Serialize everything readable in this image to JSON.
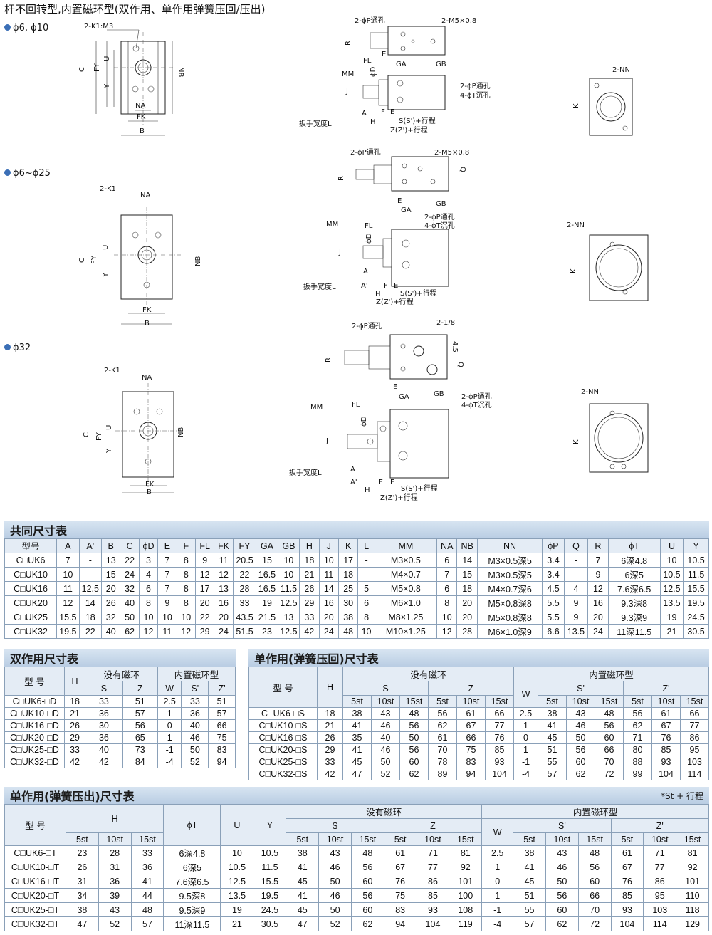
{
  "page_title": "杆不回转型,内置磁环型(双作用、单作用弹簧压回/压出)",
  "variants": [
    "ϕ6, ϕ10",
    "ϕ6~ϕ25",
    "ϕ32"
  ],
  "drawing_labels": {
    "k1m3": "2-K1:M3",
    "k1": "2-K1",
    "p_hole": "2-ϕP通孔",
    "m5": "2-M5×0.8",
    "t_counter": "4-ϕT沉孔",
    "nn": "2-NN",
    "wrench": "扳手宽度L",
    "s_stroke": "S(S')+行程",
    "z_stroke": "Z(Z')+行程",
    "port18": "2-1/8",
    "dim45": "4.5",
    "C": "C",
    "FY": "FY",
    "U": "U",
    "Y": "Y",
    "NB": "NB",
    "NA": "NA",
    "FK": "FK",
    "B": "B",
    "R": "R",
    "FL": "FL",
    "MM": "MM",
    "D": "ϕD",
    "J": "J",
    "A": "A",
    "Ap": "A'",
    "H": "H",
    "F": "F",
    "E": "E",
    "GA": "GA",
    "GB": "GB",
    "K": "K",
    "Q": "Q"
  },
  "common_table": {
    "title": "共同尺寸表",
    "headers": [
      "型号",
      "A",
      "A'",
      "B",
      "C",
      "ϕD",
      "E",
      "F",
      "FL",
      "FK",
      "FY",
      "GA",
      "GB",
      "H",
      "J",
      "K",
      "L",
      "MM",
      "NA",
      "NB",
      "NN",
      "ϕP",
      "Q",
      "R",
      "ϕT",
      "U",
      "Y"
    ],
    "rows": [
      [
        "C□UK6",
        "7",
        "-",
        "13",
        "22",
        "3",
        "7",
        "8",
        "9",
        "11",
        "20.5",
        "15",
        "10",
        "18",
        "10",
        "17",
        "-",
        "M3×0.5",
        "6",
        "14",
        "M3×0.5深5",
        "3.4",
        "-",
        "7",
        "6深4.8",
        "10",
        "10.5"
      ],
      [
        "C□UK10",
        "10",
        "-",
        "15",
        "24",
        "4",
        "7",
        "8",
        "12",
        "12",
        "22",
        "16.5",
        "10",
        "21",
        "11",
        "18",
        "-",
        "M4×0.7",
        "7",
        "15",
        "M3×0.5深5",
        "3.4",
        "-",
        "9",
        "6深5",
        "10.5",
        "11.5"
      ],
      [
        "C□UK16",
        "11",
        "12.5",
        "20",
        "32",
        "6",
        "7",
        "8",
        "17",
        "13",
        "28",
        "16.5",
        "11.5",
        "26",
        "14",
        "25",
        "5",
        "M5×0.8",
        "6",
        "18",
        "M4×0.7深6",
        "4.5",
        "4",
        "12",
        "7.6深6.5",
        "12.5",
        "15.5"
      ],
      [
        "C□UK20",
        "12",
        "14",
        "26",
        "40",
        "8",
        "9",
        "8",
        "20",
        "16",
        "33",
        "19",
        "12.5",
        "29",
        "16",
        "30",
        "6",
        "M6×1.0",
        "8",
        "20",
        "M5×0.8深8",
        "5.5",
        "9",
        "16",
        "9.3深8",
        "13.5",
        "19.5"
      ],
      [
        "C□UK25",
        "15.5",
        "18",
        "32",
        "50",
        "10",
        "10",
        "10",
        "22",
        "20",
        "43.5",
        "21.5",
        "13",
        "33",
        "20",
        "38",
        "8",
        "M8×1.25",
        "10",
        "20",
        "M5×0.8深8",
        "5.5",
        "9",
        "20",
        "9.3深9",
        "19",
        "24.5"
      ],
      [
        "C□UK32",
        "19.5",
        "22",
        "40",
        "62",
        "12",
        "11",
        "12",
        "29",
        "24",
        "51.5",
        "23",
        "12.5",
        "42",
        "24",
        "48",
        "10",
        "M10×1.25",
        "12",
        "28",
        "M6×1.0深9",
        "6.6",
        "13.5",
        "24",
        "11深11.5",
        "21",
        "30.5"
      ]
    ]
  },
  "double_table": {
    "title": "双作用尺寸表",
    "h_model": "型 号",
    "h_H": "H",
    "h_nomag": "没有磁环",
    "h_mag": "内置磁环型",
    "sub": [
      "S",
      "Z",
      "W",
      "S'",
      "Z'"
    ],
    "rows": [
      [
        "C□UK6-□D",
        "18",
        "33",
        "51",
        "2.5",
        "33",
        "51"
      ],
      [
        "C□UK10-□D",
        "21",
        "36",
        "57",
        "1",
        "36",
        "57"
      ],
      [
        "C□UK16-□D",
        "26",
        "30",
        "56",
        "0",
        "40",
        "66"
      ],
      [
        "C□UK20-□D",
        "29",
        "36",
        "65",
        "1",
        "46",
        "75"
      ],
      [
        "C□UK25-□D",
        "33",
        "40",
        "73",
        "-1",
        "50",
        "83"
      ],
      [
        "C□UK32-□D",
        "42",
        "42",
        "84",
        "-4",
        "52",
        "94"
      ]
    ]
  },
  "single_return_table": {
    "title": "单作用(弹簧压回)尺寸表",
    "h_model": "型 号",
    "h_H": "H",
    "h_nomag": "没有磁环",
    "h_mag": "内置磁环型",
    "h_S": "S",
    "h_Z": "Z",
    "h_W": "W",
    "h_Sp": "S'",
    "h_Zp": "Z'",
    "strokes": [
      "5st",
      "10st",
      "15st"
    ],
    "rows": [
      [
        "C□UK6-□S",
        "18",
        "38",
        "43",
        "48",
        "56",
        "61",
        "66",
        "2.5",
        "38",
        "43",
        "48",
        "56",
        "61",
        "66"
      ],
      [
        "C□UK10-□S",
        "21",
        "41",
        "46",
        "56",
        "62",
        "67",
        "77",
        "1",
        "41",
        "46",
        "56",
        "62",
        "67",
        "77"
      ],
      [
        "C□UK16-□S",
        "26",
        "35",
        "40",
        "50",
        "61",
        "66",
        "76",
        "0",
        "45",
        "50",
        "60",
        "71",
        "76",
        "86"
      ],
      [
        "C□UK20-□S",
        "29",
        "41",
        "46",
        "56",
        "70",
        "75",
        "85",
        "1",
        "51",
        "56",
        "66",
        "80",
        "85",
        "95"
      ],
      [
        "C□UK25-□S",
        "33",
        "45",
        "50",
        "60",
        "78",
        "83",
        "93",
        "-1",
        "55",
        "60",
        "70",
        "88",
        "93",
        "103"
      ],
      [
        "C□UK32-□S",
        "42",
        "47",
        "52",
        "62",
        "89",
        "94",
        "104",
        "-4",
        "57",
        "62",
        "72",
        "99",
        "104",
        "114"
      ]
    ]
  },
  "single_extend_table": {
    "title": "单作用(弹簧压出)尺寸表",
    "note": "*St + 行程",
    "h_model": "型 号",
    "h_H": "H",
    "h_T": "ϕT",
    "h_U": "U",
    "h_Y": "Y",
    "h_nomag": "没有磁环",
    "h_mag": "内置磁环型",
    "h_S": "S",
    "h_Z": "Z",
    "h_W": "W",
    "h_Sp": "S'",
    "h_Zp": "Z'",
    "strokes": [
      "5st",
      "10st",
      "15st"
    ],
    "rows": [
      [
        "C□UK6-□T",
        "23",
        "28",
        "33",
        "6深4.8",
        "10",
        "10.5",
        "38",
        "43",
        "48",
        "61",
        "71",
        "81",
        "2.5",
        "38",
        "43",
        "48",
        "61",
        "71",
        "81"
      ],
      [
        "C□UK10-□T",
        "26",
        "31",
        "36",
        "6深5",
        "10.5",
        "11.5",
        "41",
        "46",
        "56",
        "67",
        "77",
        "92",
        "1",
        "41",
        "46",
        "56",
        "67",
        "77",
        "92"
      ],
      [
        "C□UK16-□T",
        "31",
        "36",
        "41",
        "7.6深6.5",
        "12.5",
        "15.5",
        "45",
        "50",
        "60",
        "76",
        "86",
        "101",
        "0",
        "45",
        "50",
        "60",
        "76",
        "86",
        "101"
      ],
      [
        "C□UK20-□T",
        "34",
        "39",
        "44",
        "9.5深8",
        "13.5",
        "19.5",
        "41",
        "46",
        "56",
        "75",
        "85",
        "100",
        "1",
        "51",
        "56",
        "66",
        "85",
        "95",
        "110"
      ],
      [
        "C□UK25-□T",
        "38",
        "43",
        "48",
        "9.5深9",
        "19",
        "24.5",
        "45",
        "50",
        "60",
        "83",
        "93",
        "108",
        "-1",
        "55",
        "60",
        "70",
        "93",
        "103",
        "118"
      ],
      [
        "C□UK32-□T",
        "47",
        "52",
        "57",
        "11深11.5",
        "21",
        "30.5",
        "47",
        "52",
        "62",
        "94",
        "104",
        "119",
        "-4",
        "57",
        "62",
        "72",
        "104",
        "114",
        "129"
      ]
    ]
  }
}
